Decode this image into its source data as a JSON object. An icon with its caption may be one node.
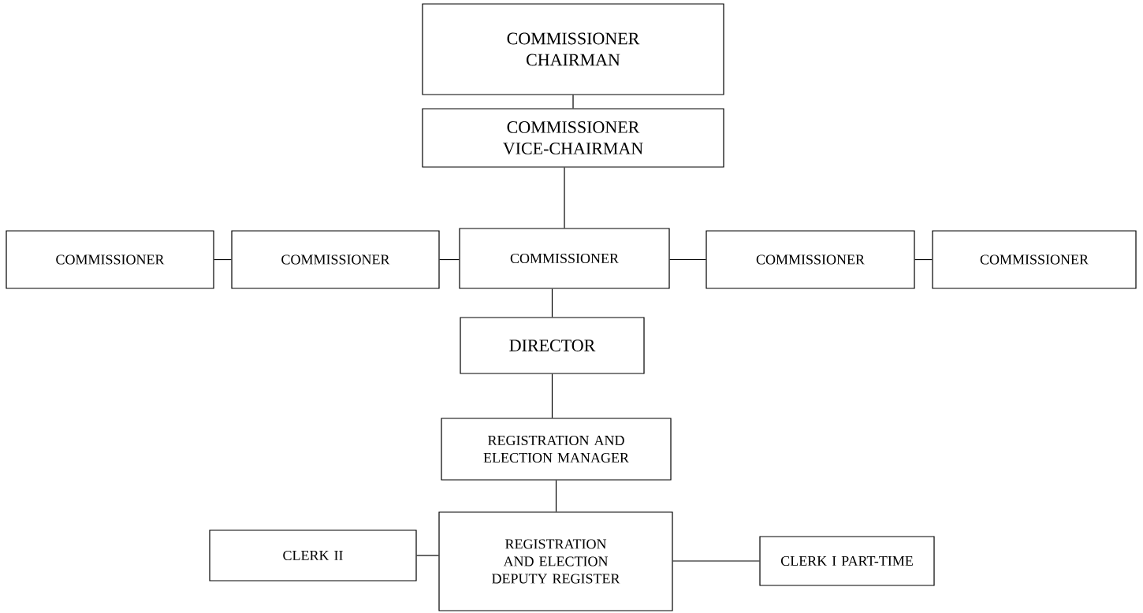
{
  "diagram": {
    "nodes": [
      {
        "text": [
          "COMMISSIONER CHAIRMAN"
        ]
      },
      {
        "text": [
          "COMMISSIONER VICE-CHAIRMAN"
        ]
      },
      {
        "text": [
          "COMMISSIONER"
        ]
      },
      {
        "text": [
          "COMMISSIONER"
        ]
      },
      {
        "text": [
          "COMMISSIONER"
        ]
      },
      {
        "text": [
          "COMMISSIONER"
        ]
      },
      {
        "text": [
          "COMMISSIONER"
        ]
      },
      {
        "text": [
          "DIRECTOR"
        ]
      },
      {
        "text": [
          "REGISTRATION AND ELECTION MANAGER"
        ]
      },
      {
        "text": [
          "CLERK II"
        ]
      },
      {
        "text": [
          "REGISTRATION AND ELECTION DEPUTY REGISTER"
        ]
      },
      {
        "text": [
          "CLERK I PART-TIME"
        ]
      }
    ],
    "edges": [
      {
        "from": 0,
        "to": 1,
        "arrow": "none"
      },
      {
        "from": 1,
        "to": 4,
        "arrow": "none"
      },
      {
        "from": 2,
        "to": 3,
        "arrow": "none"
      },
      {
        "from": 3,
        "to": 4,
        "arrow": "none"
      },
      {
        "from": 4,
        "to": 5,
        "arrow": "none"
      },
      {
        "from": 5,
        "to": 6,
        "arrow": "none"
      },
      {
        "from": 4,
        "to": 7,
        "arrow": "none"
      },
      {
        "from": 7,
        "to": 8,
        "arrow": "none"
      },
      {
        "from": 8,
        "to": 10,
        "arrow": "none"
      },
      {
        "from": 9,
        "to": 10,
        "arrow": "none"
      },
      {
        "from": 10,
        "to": 11,
        "arrow": "none"
      }
    ]
  }
}
